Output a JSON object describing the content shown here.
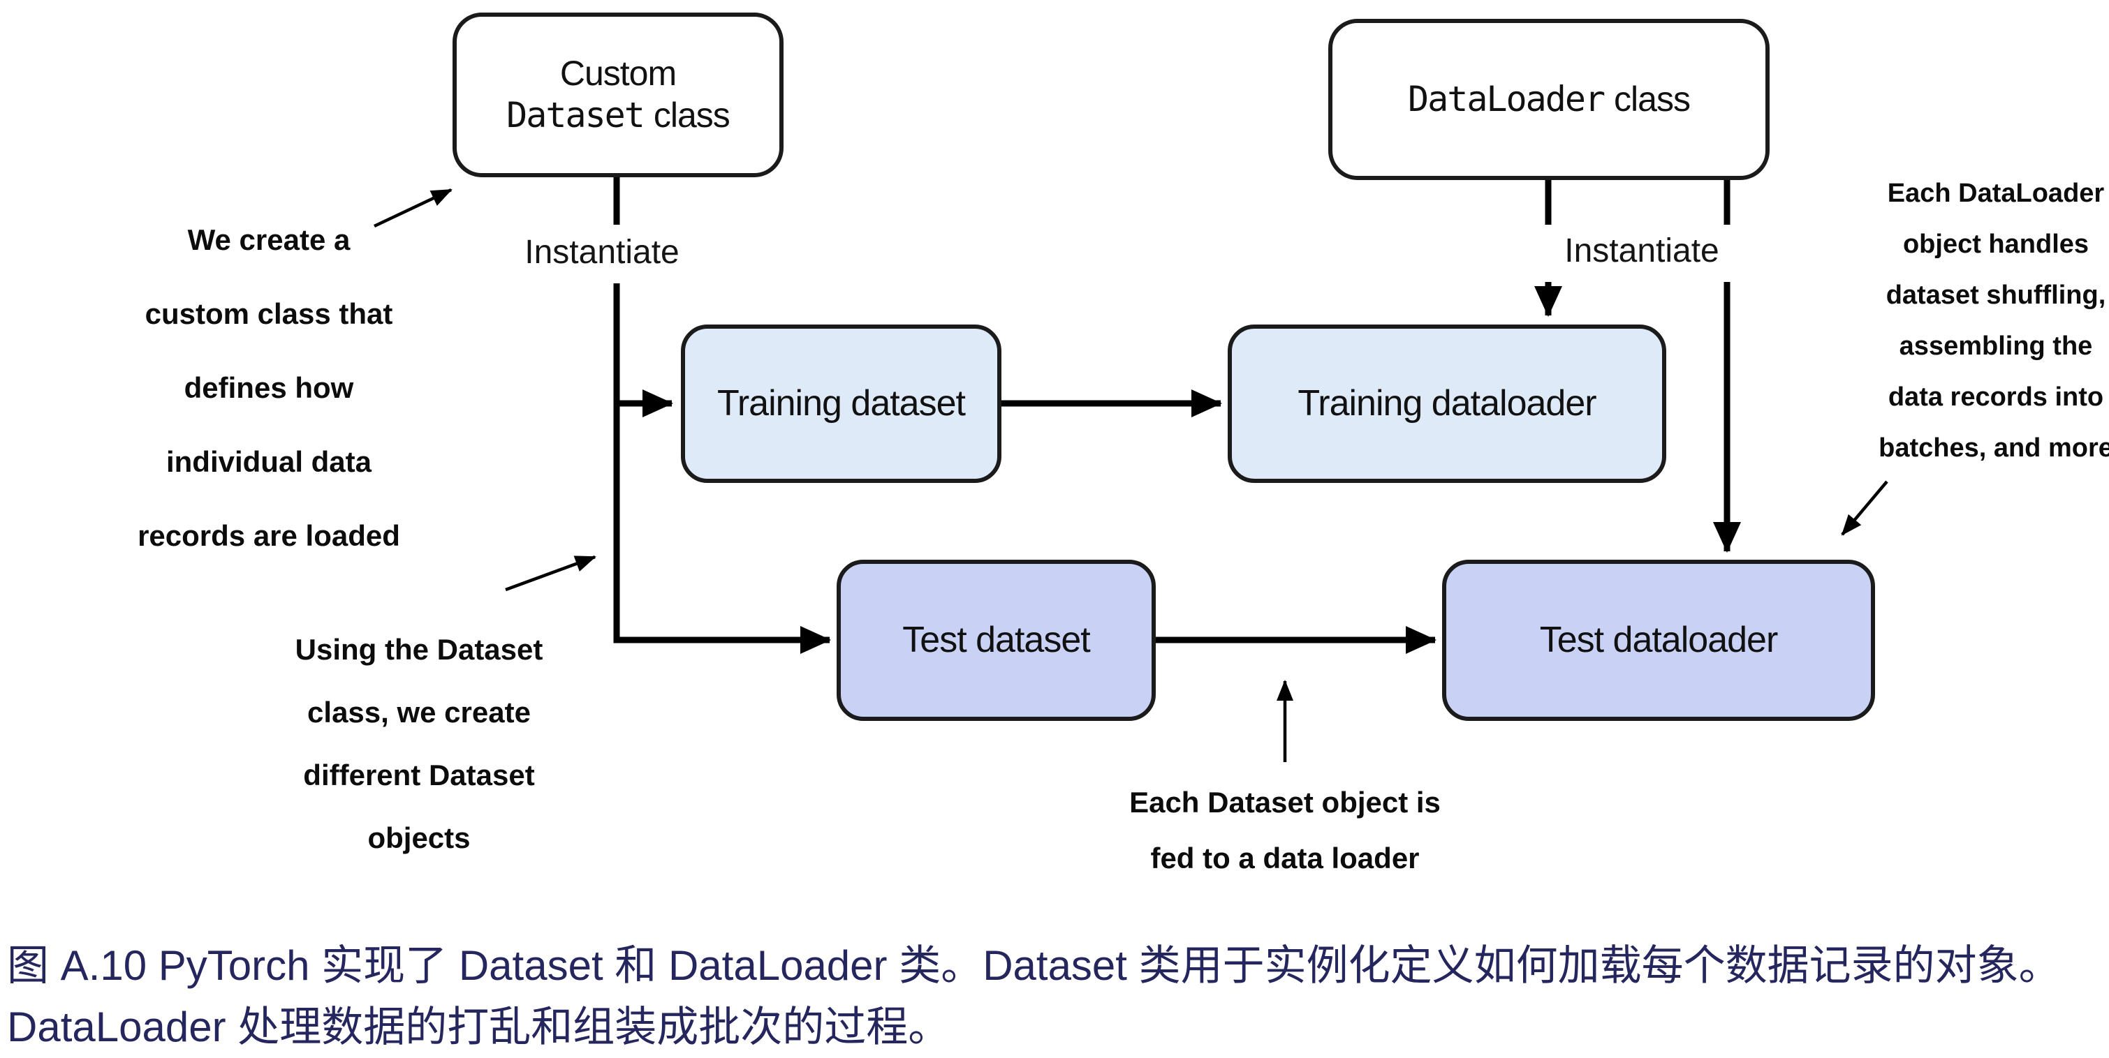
{
  "boxes": {
    "custom_dataset": {
      "line1": "Custom",
      "code": "Dataset",
      "suffix": "class"
    },
    "dataloader": {
      "code": "DataLoader",
      "suffix": "class"
    },
    "training_dataset": "Training dataset",
    "training_dataloader": "Training dataloader",
    "test_dataset": "Test dataset",
    "test_dataloader": "Test dataloader"
  },
  "labels": {
    "instantiate_left": "Instantiate",
    "instantiate_right": "Instantiate"
  },
  "annotations": {
    "custom_class_note": "We create a\ncustom class that\ndefines how\nindividual data\nrecords are loaded",
    "dataset_objects_note": "Using the Dataset\nclass, we create\ndifferent Dataset\nobjects",
    "fed_to_loader_note": "Each Dataset object is\nfed to a data loader",
    "dataloader_duties_note": "Each DataLoader\nobject handles\ndataset shuffling,\nassembling the\ndata records into\nbatches, and more"
  },
  "caption": {
    "text": "图 A.10 PyTorch 实现了 Dataset 和 DataLoader 类。Dataset 类用于实例化定义如何加载每个数据记录的对象。\nDataLoader 处理数据的打乱和组装成批次的过程。",
    "color": "#26265e"
  },
  "colors": {
    "box_border": "#1b1b1b",
    "white_box_fill": "#ffffff",
    "training_box_fill": "#dfeaf8",
    "test_box_fill": "#c9d1f5",
    "arrow": "#000000",
    "caption_text": "#26265e"
  }
}
